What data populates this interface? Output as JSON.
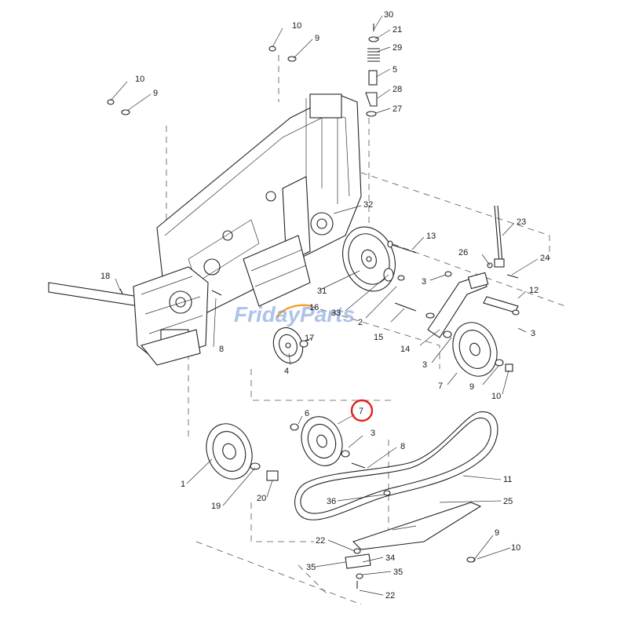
{
  "watermark": {
    "text": "FridayParts"
  },
  "highlight": {
    "color": "#e02020",
    "callout": "7"
  },
  "callouts": [
    {
      "id": "c30a",
      "text": "30"
    },
    {
      "id": "c21a",
      "text": "21"
    },
    {
      "id": "c29a",
      "text": "29"
    },
    {
      "id": "c5a",
      "text": "5"
    },
    {
      "id": "c28a",
      "text": "28"
    },
    {
      "id": "c27a",
      "text": "27"
    },
    {
      "id": "c10a",
      "text": "10"
    },
    {
      "id": "c9a",
      "text": "9"
    },
    {
      "id": "c10b",
      "text": "10"
    },
    {
      "id": "c9b",
      "text": "9"
    },
    {
      "id": "c32a",
      "text": "32"
    },
    {
      "id": "c13a",
      "text": "13"
    },
    {
      "id": "c23a",
      "text": "23"
    },
    {
      "id": "c26a",
      "text": "26"
    },
    {
      "id": "c24a",
      "text": "24"
    },
    {
      "id": "c3a",
      "text": "3"
    },
    {
      "id": "c31a",
      "text": "31"
    },
    {
      "id": "c12a",
      "text": "12"
    },
    {
      "id": "c18a",
      "text": "18"
    },
    {
      "id": "c33a",
      "text": "33"
    },
    {
      "id": "c2a",
      "text": "2"
    },
    {
      "id": "c16a",
      "text": "16"
    },
    {
      "id": "c15a",
      "text": "15"
    },
    {
      "id": "c14a",
      "text": "14"
    },
    {
      "id": "c3b",
      "text": "3"
    },
    {
      "id": "c3c",
      "text": "3"
    },
    {
      "id": "c17a",
      "text": "17"
    },
    {
      "id": "c4a",
      "text": "4"
    },
    {
      "id": "c8a",
      "text": "8"
    },
    {
      "id": "c7a",
      "text": "7"
    },
    {
      "id": "c9c",
      "text": "9"
    },
    {
      "id": "c10c",
      "text": "10"
    },
    {
      "id": "c6a",
      "text": "6"
    },
    {
      "id": "c7b",
      "text": "7"
    },
    {
      "id": "c3d",
      "text": "3"
    },
    {
      "id": "c8b",
      "text": "8"
    },
    {
      "id": "c11a",
      "text": "11"
    },
    {
      "id": "c1a",
      "text": "1"
    },
    {
      "id": "c19a",
      "text": "19"
    },
    {
      "id": "c20a",
      "text": "20"
    },
    {
      "id": "c36a",
      "text": "36"
    },
    {
      "id": "c25a",
      "text": "25"
    },
    {
      "id": "c9d",
      "text": "9"
    },
    {
      "id": "c10d",
      "text": "10"
    },
    {
      "id": "c22a",
      "text": "22"
    },
    {
      "id": "c34a",
      "text": "34"
    },
    {
      "id": "c35a",
      "text": "35"
    },
    {
      "id": "c35b",
      "text": "35"
    },
    {
      "id": "c22b",
      "text": "22"
    }
  ]
}
